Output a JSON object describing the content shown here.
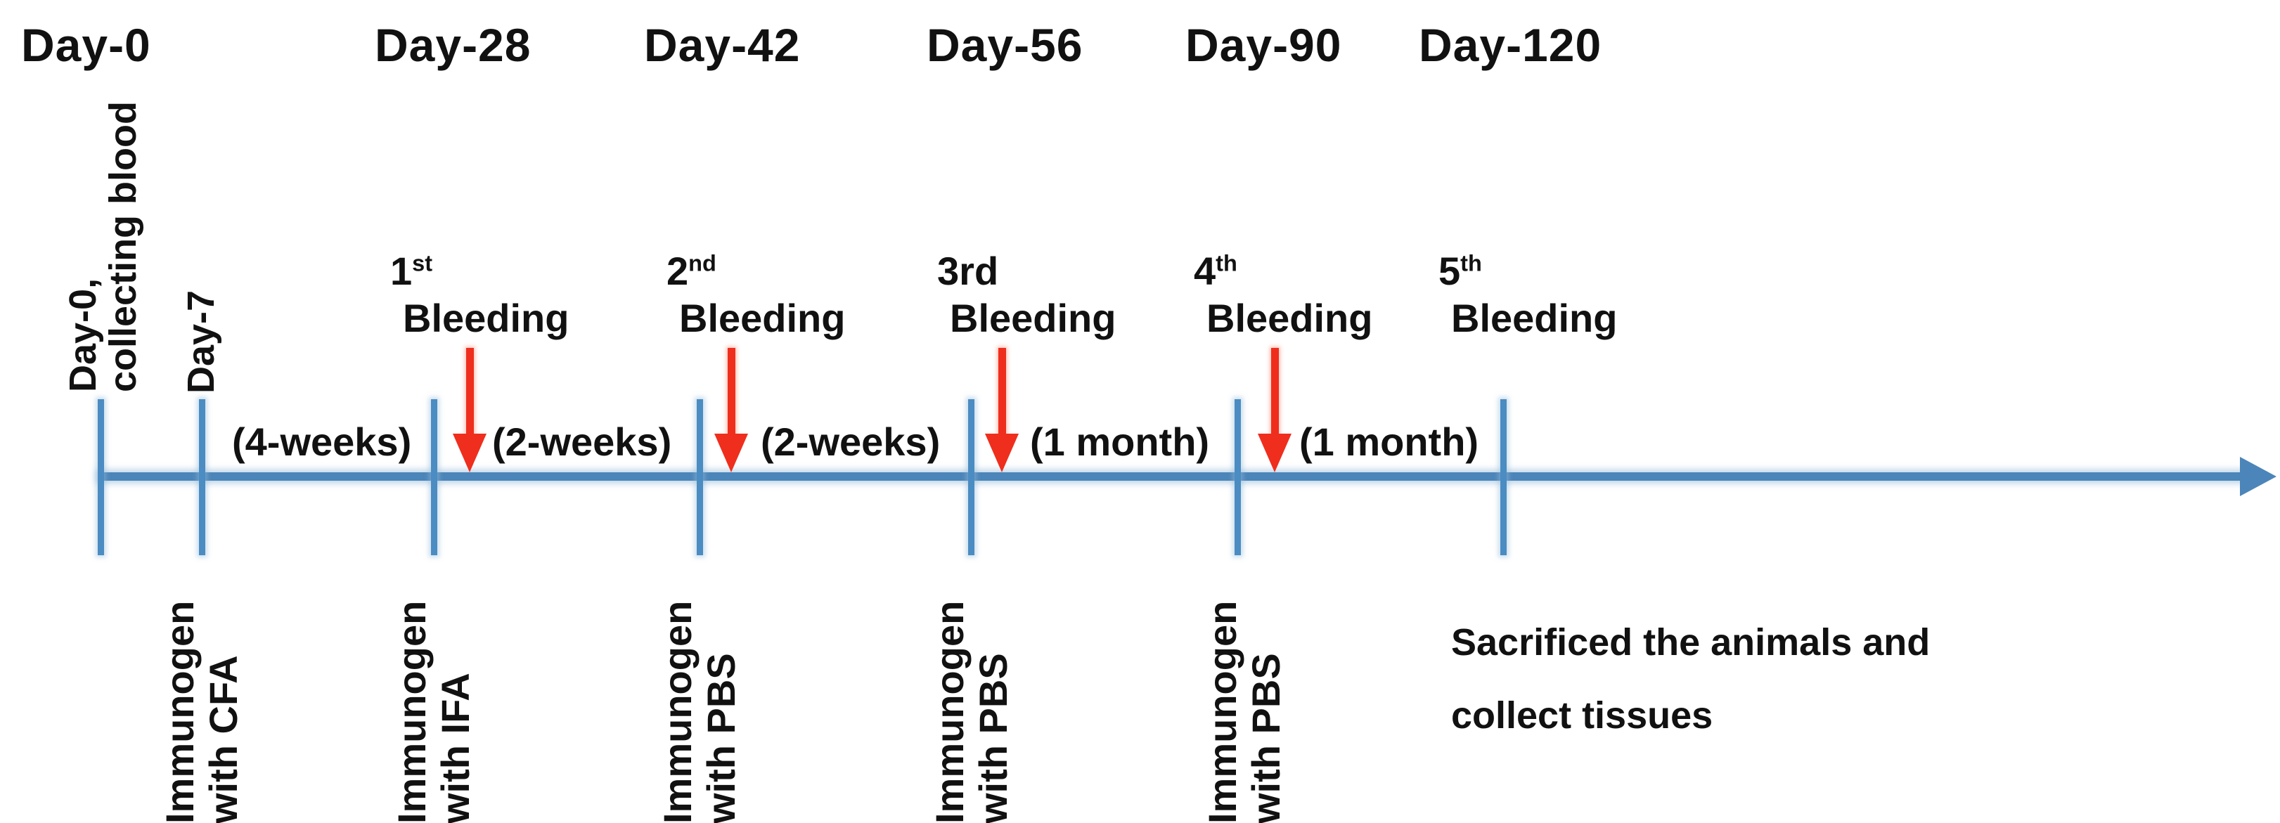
{
  "figure": {
    "description": "Immunization and bleeding schedule timeline"
  },
  "colors": {
    "timeline_blue": "#4c85b9",
    "tick_blue": "#4b8cc2",
    "arrow_red": "#ef2e1d",
    "text": "#111111",
    "background": "#ffffff"
  },
  "day_headers": [
    {
      "label": "Day-0"
    },
    {
      "label": "Day-28"
    },
    {
      "label": "Day-42"
    },
    {
      "label": "Day-56"
    },
    {
      "label": "Day-90"
    },
    {
      "label": "Day-120"
    }
  ],
  "start_label": {
    "line1": "Day-0,",
    "line2": "collecting blood"
  },
  "day7_label": {
    "line1": "Day-7"
  },
  "bleedings": [
    {
      "number": "1",
      "suffix": "st",
      "word": "Bleeding"
    },
    {
      "number": "2",
      "suffix": "nd",
      "word": "Bleeding"
    },
    {
      "number": "3rd",
      "suffix": "",
      "word": "Bleeding"
    },
    {
      "number": "4",
      "suffix": "th",
      "word": "Bleeding"
    },
    {
      "number": "5",
      "suffix": "th",
      "word": "Bleeding"
    }
  ],
  "intervals": [
    {
      "label": "(4-weeks)"
    },
    {
      "label": "(2-weeks)"
    },
    {
      "label": "(2-weeks)"
    },
    {
      "label": "(1 month)"
    },
    {
      "label": "(1 month)"
    }
  ],
  "injections": [
    {
      "line1": "Immunogen",
      "line2": "with CFA"
    },
    {
      "line1": "Immunogen",
      "line2": "with IFA"
    },
    {
      "line1": "Immunogen",
      "line2": "with PBS"
    },
    {
      "line1": "Immunogen",
      "line2": "with PBS"
    },
    {
      "line1": "Immunogen",
      "line2": "with PBS"
    }
  ],
  "endpoint": {
    "line1": "Sacrificed the animals and",
    "line2": "collect tissues"
  }
}
